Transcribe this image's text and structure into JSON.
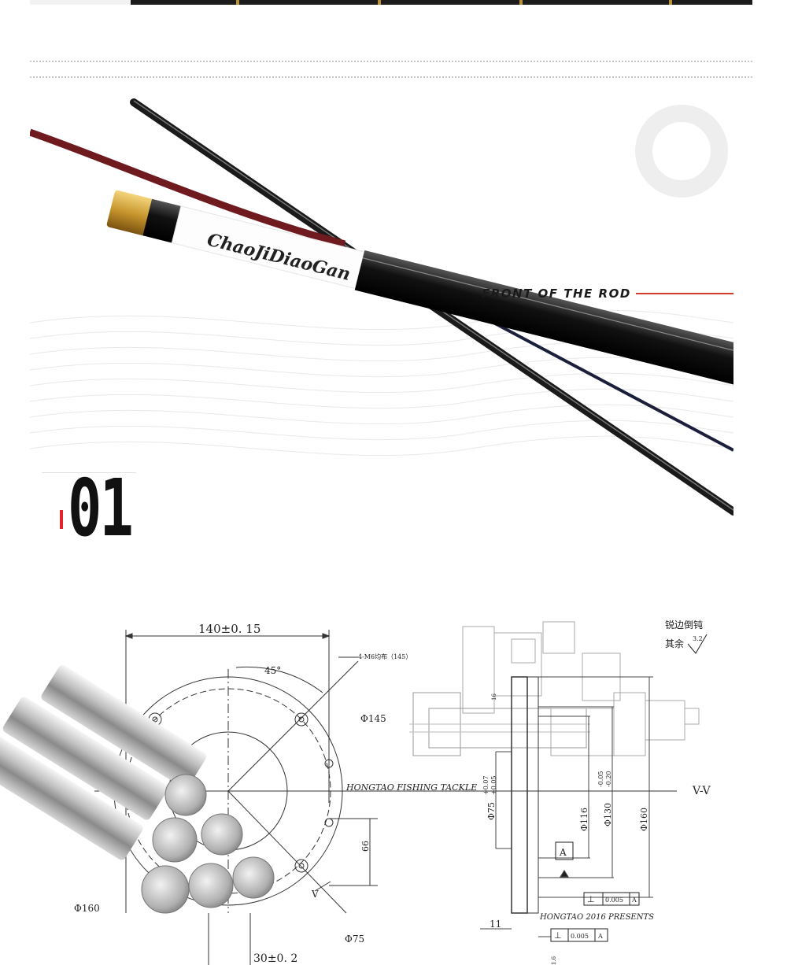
{
  "hero": {
    "caption": "FRONT OF THE ROD",
    "rod_label": "ChaoJiDiaoGan",
    "accent_color": "#d23a2a"
  },
  "section": {
    "number": "01",
    "marker_color": "#e3242b"
  },
  "drawing": {
    "dim_140": "140±0. 15",
    "angle_45": "45°",
    "bolt_note": "4-M6均布（145）",
    "phi145": "Φ145",
    "phi160": "Φ160",
    "phi75_left": "Φ75",
    "dim_66": "66",
    "dim_30": "30±0. 2",
    "label_v": "V",
    "watermark_1": "HONGTAO FISHING TACKLE",
    "watermark_2": "HONGTAO 2016 PRESENTS",
    "vv": "V-V",
    "note_1": "锐边倒钝",
    "note_2": "其余",
    "roughness": "3.2",
    "tol_a": "+0.07",
    "tol_b": "+0.05",
    "phi75_right": "Φ75",
    "phi116": "Φ116",
    "phi130": "Φ130",
    "tol_c": "-0.05",
    "tol_d": "-0.20",
    "phi160_right": "Φ160",
    "datum": "A",
    "gdt_value": "0.005",
    "gdt_datum": "A",
    "dim_11": "11",
    "dim_16": "16",
    "dim_16b": "1.6"
  }
}
